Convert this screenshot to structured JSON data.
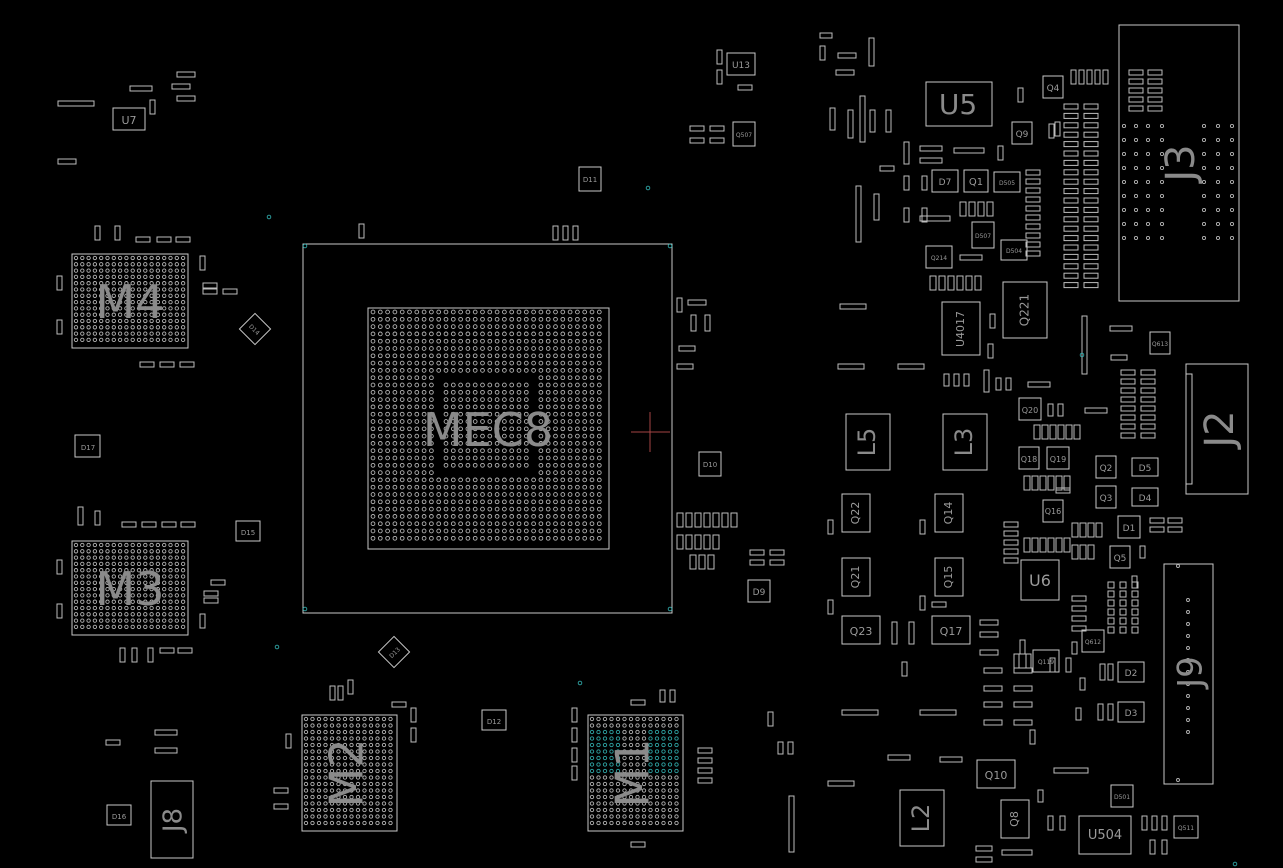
{
  "board": {
    "labels": {
      "mec": "MEC8",
      "mec_ghost": "MEC",
      "M4": "M4",
      "M3": "M3",
      "M2": "M2",
      "M1": "M1",
      "J3": "J3",
      "J2": "J2",
      "J9": "J9",
      "J8": "J8",
      "U5": "U5",
      "U6": "U6",
      "U504": "U504",
      "U4017": "U4017",
      "U7": "U7",
      "U13": "U13",
      "L5": "L5",
      "L3": "L3",
      "L2": "L2",
      "Q22": "Q22",
      "Q14": "Q14",
      "Q21": "Q21",
      "Q15": "Q15",
      "Q23": "Q23",
      "Q17": "Q17",
      "Q10": "Q10",
      "Q8": "Q8",
      "Q221": "Q221",
      "Q4": "Q4",
      "Q9": "Q9",
      "Q1": "Q1",
      "Q20": "Q20",
      "Q18": "Q18",
      "Q19": "Q19",
      "Q2": "Q2",
      "Q3": "Q3",
      "Q16": "Q16",
      "Q5": "Q5",
      "Q613": "Q613",
      "Q612": "Q612",
      "Q119": "Q119",
      "Q507": "Q507",
      "Q214": "Q214",
      "Q511": "Q511",
      "D11": "D11",
      "D10": "D10",
      "D9": "D9",
      "D12": "D12",
      "D15": "D15",
      "D16": "D16",
      "D17": "D17",
      "D14": "D14",
      "D13": "D13",
      "D7": "D7",
      "D5": "D5",
      "D4": "D4",
      "D1": "D1",
      "D2": "D2",
      "D3": "D3",
      "D505": "D505",
      "D507": "D507",
      "D504": "D504",
      "D501": "D501"
    }
  }
}
